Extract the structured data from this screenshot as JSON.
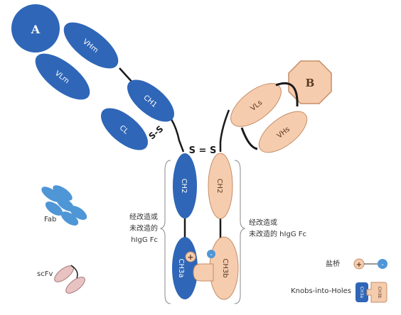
{
  "colors": {
    "blue": "#2f66b7",
    "blue_light": "#4f96d6",
    "peach": "#f6ccae",
    "peach_stroke": "#c58d66",
    "dark": "#1a1a1a",
    "pink": "#e9c2c2"
  },
  "domains": {
    "a_label": "A",
    "b_label": "B",
    "vhm": "VHm",
    "vlm": "VLm",
    "ch1": "CH1",
    "cl": "CL",
    "vls": "VLs",
    "vhs": "VHs",
    "ch2_left": "CH2",
    "ch2_right": "CH2",
    "ch3a": "CH3a",
    "ch3b": "CH3b"
  },
  "disulfide": {
    "fab_bond": "S-S",
    "hinge_bond": "S = S"
  },
  "annotations": {
    "left_note": [
      "经改造或",
      "未改造的",
      "hIgG Fc"
    ],
    "right_note": [
      "经改造或",
      "未改造的 hIgG Fc"
    ]
  },
  "charges": {
    "plus": "+",
    "minus": "-"
  },
  "legend": {
    "fab": "Fab",
    "scfv": "scFv",
    "salt_bridge": "盐桥",
    "knobs": "Knobs-into-Holes",
    "knob_a": "CH3a",
    "knob_b": "CH3b"
  }
}
